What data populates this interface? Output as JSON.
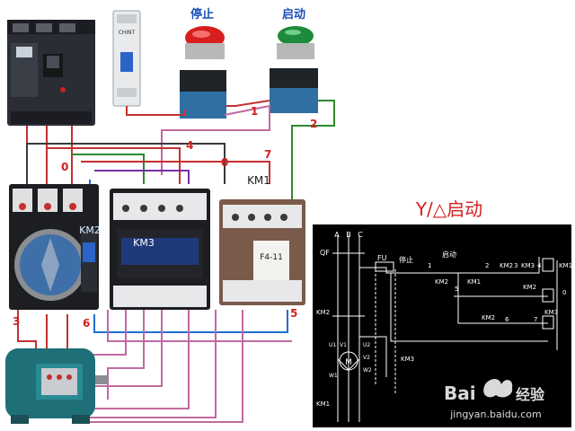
{
  "buttons": {
    "stop_label": "停止",
    "start_label": "启动",
    "stop_color": "#d81e1e",
    "start_color": "#1e8b3c"
  },
  "breaker_brand": "CHINT",
  "wire_numbers": {
    "n0a": "0",
    "n0b": "0",
    "n1": "1",
    "n2": "2",
    "n3": "3",
    "n4": "4",
    "n5": "5",
    "n6": "6",
    "n7": "7"
  },
  "contactors": {
    "km1": "KM1",
    "km2": "KM2",
    "km3": "KM3",
    "aux_block": "F4-11"
  },
  "schematic": {
    "title": "Y/△启动",
    "phase_a": "A",
    "phase_b": "B",
    "phase_c": "C",
    "qf": "QF",
    "fu": "FU",
    "stop": "停止",
    "start": "启动",
    "km2_left": "KM2",
    "km3_left": "KM3",
    "km1_left": "KM1",
    "motor": "M",
    "u1": "U1",
    "v1": "V1",
    "w1": "W1",
    "u2": "U2",
    "v2": "V2",
    "w2": "W2",
    "ctrl_km2_a": "KM2",
    "ctrl_km3_a": "KM3",
    "ctrl_km1_coil": "KM1",
    "ctrl_km2_b": "KM2",
    "ctrl_km1_b": "KM1",
    "ctrl_km2_coil": "KM2",
    "ctrl_km2_c": "KM2",
    "ctrl_km3_coil": "KM3",
    "n1": "1",
    "n2": "2",
    "n3": "3",
    "n4": "4",
    "n5": "5",
    "n6": "6",
    "n7": "7",
    "n0": "0"
  },
  "watermark": {
    "brand_a": "Bai",
    "brand_b": "经验",
    "url": "jingyan.baidu.com"
  }
}
